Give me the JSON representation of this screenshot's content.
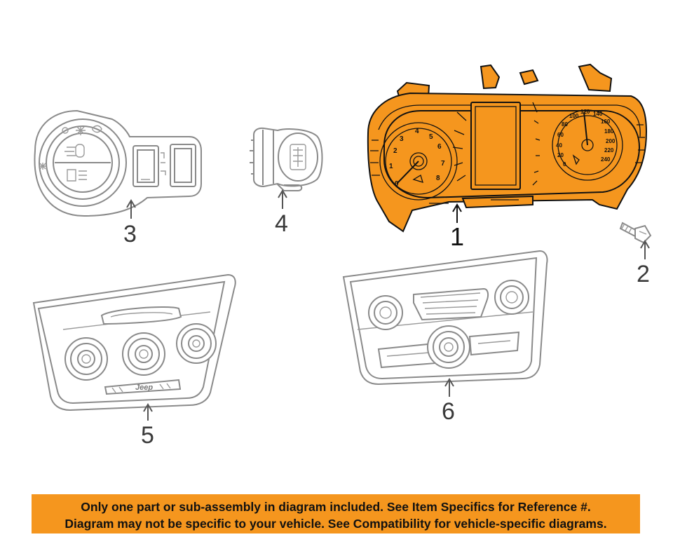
{
  "callouts": {
    "c1": "1",
    "c2": "2",
    "c3": "3",
    "c4": "4",
    "c5": "5",
    "c6": "6"
  },
  "tachometer_labels": [
    "0",
    "1",
    "2",
    "3",
    "4",
    "5",
    "6",
    "7",
    "8"
  ],
  "speedometer_labels": [
    "0",
    "20",
    "40",
    "60",
    "80",
    "100",
    "120",
    "140",
    "160",
    "180",
    "200",
    "220",
    "240"
  ],
  "control_panel_badge": "Jeep",
  "notice": {
    "line1": "Only one part or sub-assembly in diagram included. See Item Specifics for Reference #.",
    "line2": "Diagram may not be specific to your vehicle. See Compatibility for vehicle-specific diagrams."
  },
  "colors": {
    "highlight": "#F5961E",
    "line_art": "#8a8a8a",
    "banner": "#F5961E"
  }
}
